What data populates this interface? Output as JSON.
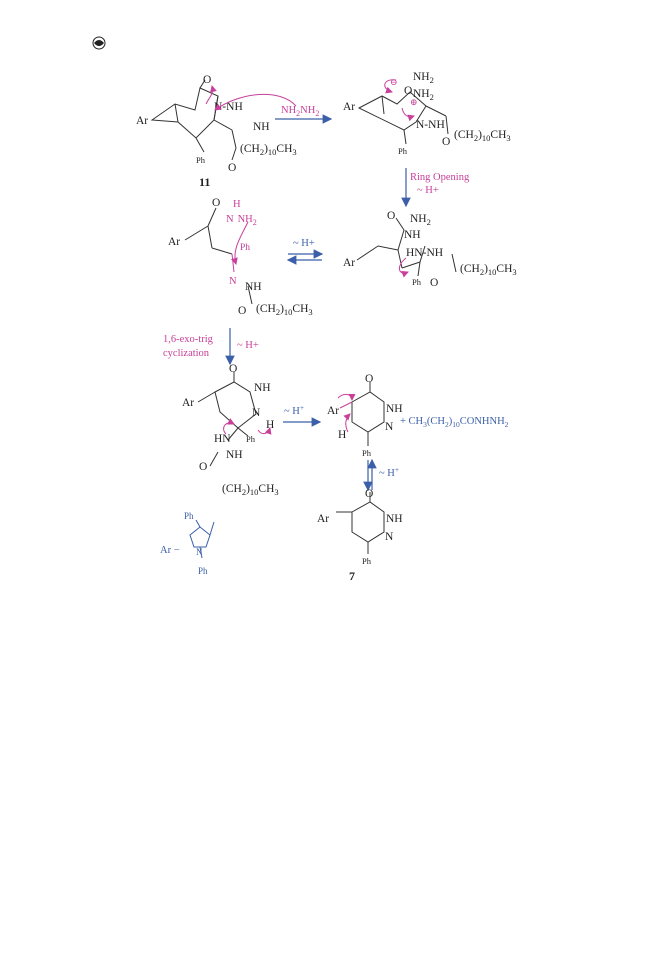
{
  "labels": {
    "ar": "Ar",
    "ph": "Ph",
    "o": "O",
    "n": "N",
    "nh": "NH",
    "nnh": "N-NH",
    "hn": "HN",
    "hnnh": "HN-NH",
    "h": "H",
    "nh2": "NH",
    "sub2": "2",
    "sub10": "10",
    "ch2": "(CH",
    "ch2close": ")",
    "ch3": "CH",
    "sub3": "3",
    "minus": "⊖",
    "plus": "⊕",
    "ar_def": "Ar −"
  },
  "compounds": {
    "start": "11",
    "product": "7"
  },
  "reagents": {
    "hydrazine": "NH",
    "hydrazine_sub1": "2",
    "hydrazine_mid": "NH",
    "hydrazine_sub2": "2",
    "ring_opening": "Ring Opening",
    "proton_shift": "~ H+",
    "proton_shift_sup": "~ H",
    "plus_sign": "+",
    "cyclization_1": "1,6-exo-trig",
    "cyclization_2": "cyclization",
    "byproduct": "+ CH",
    "byproduct_tail": "CONHNH"
  },
  "colors": {
    "structure": "#222222",
    "mechanism": "#c8409a",
    "arrows": "#3b5fa8"
  }
}
